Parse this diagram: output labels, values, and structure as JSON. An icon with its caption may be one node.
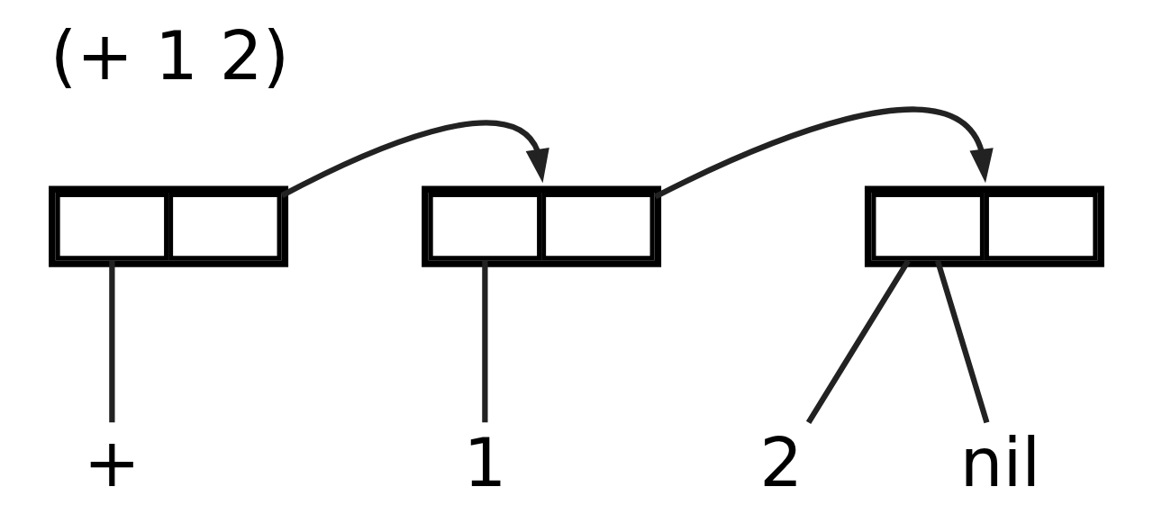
{
  "diagram": {
    "title": "(+ 1 2)",
    "nodes": [
      {
        "text": [],
        "shape": "box"
      },
      {
        "text": [],
        "shape": "box"
      },
      {
        "text": [],
        "shape": "box"
      },
      {
        "text": [
          "+"
        ]
      },
      {
        "text": [
          "1"
        ]
      },
      {
        "text": [
          "2"
        ]
      },
      {
        "text": [
          "nil"
        ]
      }
    ],
    "edges": [
      {
        "from": 0,
        "to": 1,
        "arrow": "to"
      },
      {
        "from": 1,
        "to": 2,
        "arrow": "to"
      },
      {
        "from": 0,
        "to": 3,
        "arrow": "none"
      },
      {
        "from": 1,
        "to": 4,
        "arrow": "none"
      },
      {
        "from": 2,
        "to": 5,
        "arrow": "none"
      },
      {
        "from": 2,
        "to": 6,
        "arrow": "none"
      }
    ]
  }
}
